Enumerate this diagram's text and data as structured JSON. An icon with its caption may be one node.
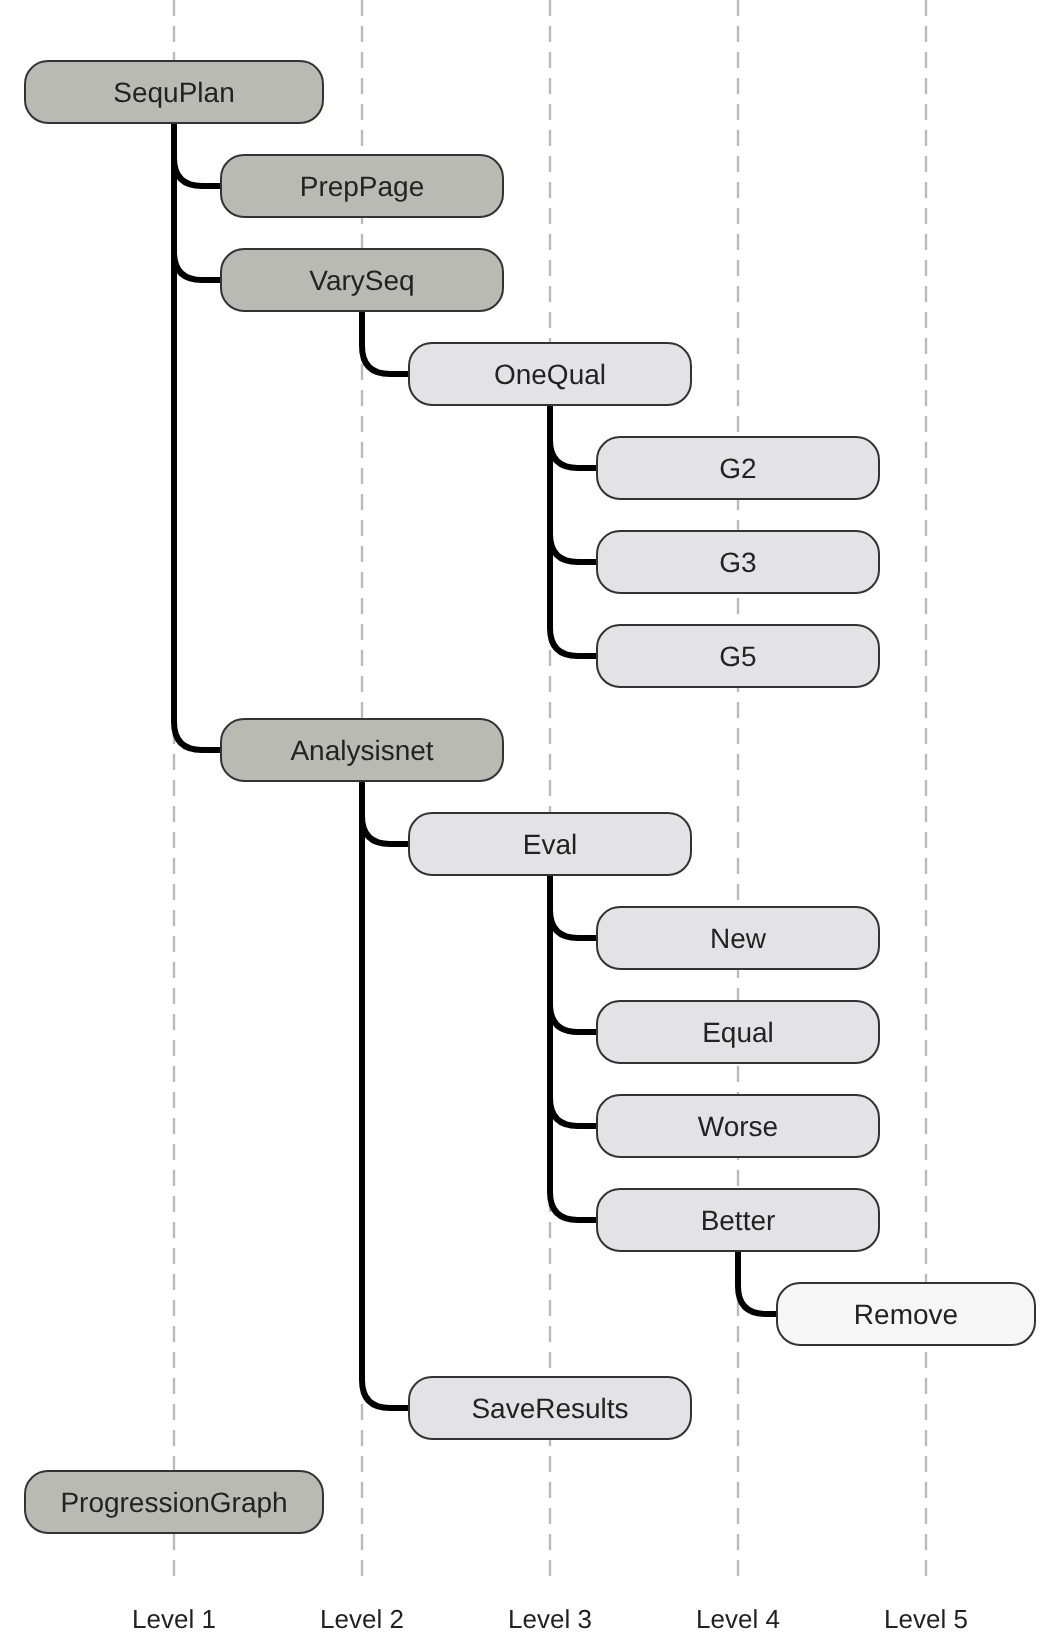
{
  "diagram": {
    "nodes": [
      {
        "text": [
          "SequPlan"
        ]
      },
      {
        "text": [
          "PrepPage"
        ]
      },
      {
        "text": [
          "VarySeq"
        ]
      },
      {
        "text": [
          "OneQual"
        ]
      },
      {
        "text": [
          "G2"
        ]
      },
      {
        "text": [
          "G3"
        ]
      },
      {
        "text": [
          "G5"
        ]
      },
      {
        "text": [
          "Analysisnet"
        ]
      },
      {
        "text": [
          "Eval"
        ]
      },
      {
        "text": [
          "New"
        ]
      },
      {
        "text": [
          "Equal"
        ]
      },
      {
        "text": [
          "Worse"
        ]
      },
      {
        "text": [
          "Better"
        ]
      },
      {
        "text": [
          "Remove"
        ]
      },
      {
        "text": [
          "SaveResults"
        ]
      },
      {
        "text": [
          "ProgressionGraph"
        ]
      }
    ],
    "edges": [
      {
        "from": 0,
        "to": 1,
        "arrow": "none"
      },
      {
        "from": 0,
        "to": 2,
        "arrow": "none"
      },
      {
        "from": 2,
        "to": 3,
        "arrow": "none"
      },
      {
        "from": 3,
        "to": 4,
        "arrow": "none"
      },
      {
        "from": 3,
        "to": 5,
        "arrow": "none"
      },
      {
        "from": 3,
        "to": 6,
        "arrow": "none"
      },
      {
        "from": 0,
        "to": 7,
        "arrow": "none"
      },
      {
        "from": 7,
        "to": 8,
        "arrow": "none"
      },
      {
        "from": 8,
        "to": 9,
        "arrow": "none"
      },
      {
        "from": 8,
        "to": 10,
        "arrow": "none"
      },
      {
        "from": 8,
        "to": 11,
        "arrow": "none"
      },
      {
        "from": 8,
        "to": 12,
        "arrow": "none"
      },
      {
        "from": 12,
        "to": 13,
        "arrow": "none"
      },
      {
        "from": 7,
        "to": 14,
        "arrow": "none"
      }
    ],
    "labels": [
      "Level 1",
      "Level 2",
      "Level 3",
      "Level 4",
      "Level 5"
    ]
  }
}
